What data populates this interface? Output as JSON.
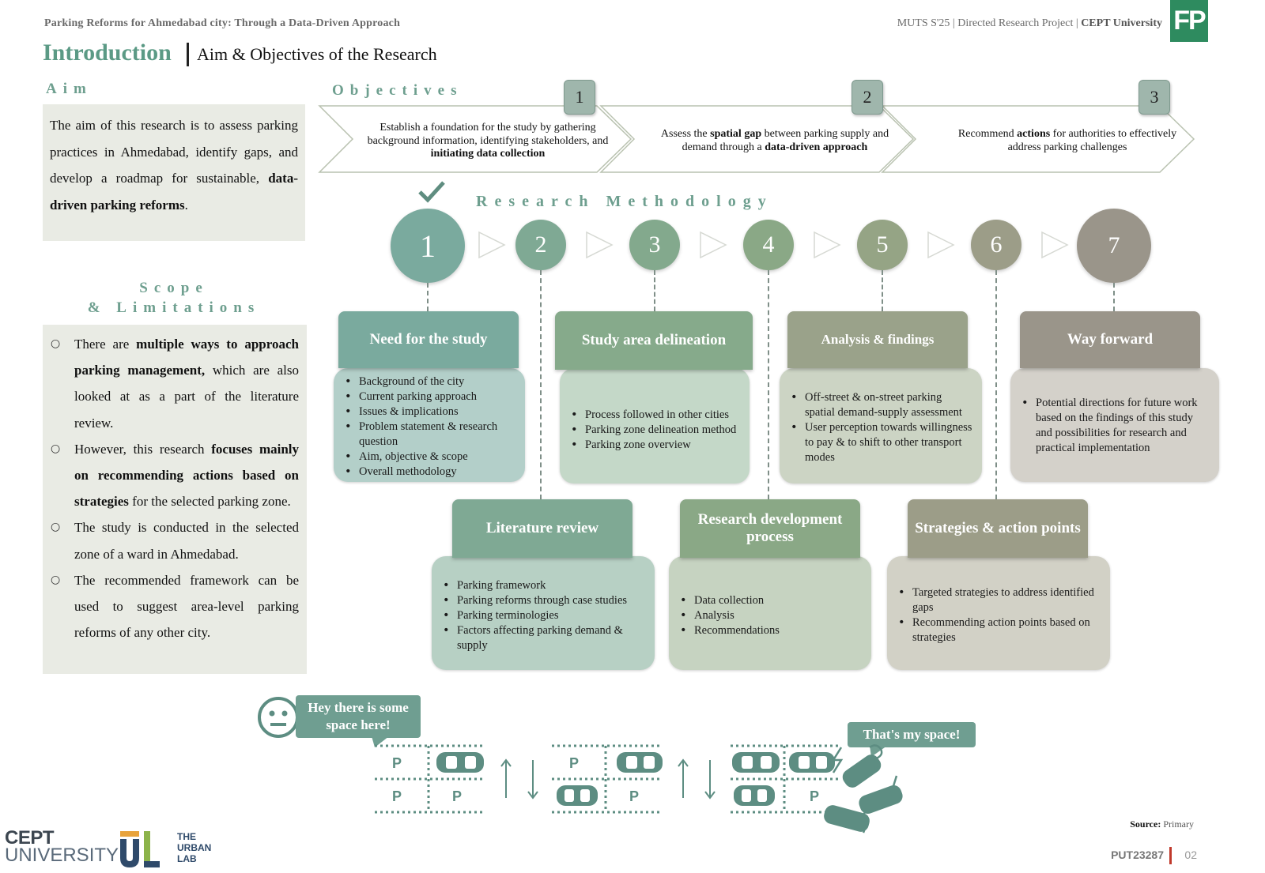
{
  "header": {
    "project_title": "Parking Reforms for Ahmedabad city: Through a Data-Driven Approach",
    "course_info": "MUTS S'25 | Directed Research Project | ",
    "university": "CEPT University",
    "logo_text": "FP"
  },
  "title": {
    "main": "Introduction",
    "sub": "Aim & Objectives of the Research"
  },
  "aim": {
    "label": "Aim",
    "text_1": "The aim of this research is to assess parking practices in Ahmedabad, identify gaps, and develop a roadmap for sustainable, ",
    "text_bold": "data-driven parking reforms",
    "text_end": "."
  },
  "scope": {
    "label_line1": "Scope",
    "label_line2": "& Limitations",
    "items": [
      {
        "pre": "There are ",
        "bold": "multiple ways to approach parking management,",
        "post": " which are also looked at as a part of the literature review."
      },
      {
        "pre": "However, this research ",
        "bold": "focuses mainly on recommending actions based on strategies",
        "post": " for the selected parking zone."
      },
      {
        "pre": "The study is conducted in the selected zone of a ward in Ahmedabad.",
        "bold": "",
        "post": ""
      },
      {
        "pre": "The recommended framework can be used to suggest area-level parking reforms of any other city.",
        "bold": "",
        "post": ""
      }
    ]
  },
  "objectives": {
    "label": "Objectives",
    "items": [
      {
        "num": "1",
        "t1": "Establish a foundation for the study by gathering background information, identifying stakeholders, and ",
        "b1": "initiating data collection",
        "t2": "",
        "b2": "",
        "t3": ""
      },
      {
        "num": "2",
        "t1": "Assess the ",
        "b1": "spatial gap",
        "t2": " between parking supply and demand through a ",
        "b2": "data-driven approach",
        "t3": ""
      },
      {
        "num": "3",
        "t1": "Recommend ",
        "b1": "actions",
        "t2": " for authorities to effectively address parking challenges",
        "b2": "",
        "t3": ""
      }
    ]
  },
  "methodology": {
    "label": "Research Methodology",
    "steps": [
      "1",
      "2",
      "3",
      "4",
      "5",
      "6",
      "7"
    ],
    "cards_top": [
      {
        "title": "Need for the study",
        "items": [
          "Background of the city",
          "Current parking approach",
          "Issues & implications",
          "Problem statement & research question",
          "Aim, objective & scope",
          "Overall methodology"
        ]
      },
      {
        "title": "Study area delineation",
        "items": [
          "Process followed in other cities",
          "Parking zone delineation method",
          "Parking zone overview"
        ]
      },
      {
        "title": "Analysis & findings",
        "items": [
          "Off-street & on-street parking spatial demand-supply assessment",
          "User perception towards willingness to pay & to shift to other transport modes"
        ]
      },
      {
        "title": "Way forward",
        "items": [
          "Potential directions for future work based on the findings of this study and possibilities for research and practical implementation"
        ]
      }
    ],
    "cards_bottom": [
      {
        "title": "Literature review",
        "items": [
          "Parking framework",
          "Parking reforms through case studies",
          "Parking terminologies",
          "Factors affecting parking demand & supply"
        ]
      },
      {
        "title": "Research development process",
        "items": [
          "Data collection",
          "Analysis",
          "Recommendations"
        ]
      },
      {
        "title": "Strategies & action points",
        "items": [
          "Targeted strategies to address identified gaps",
          "Recommending action points based on strategies"
        ]
      }
    ]
  },
  "illustration": {
    "bubble_left": "Hey there is some space here!",
    "bubble_right": "That's my space!",
    "parking_label": "P"
  },
  "footer": {
    "source_label": "Source:",
    "source_value": "Primary",
    "page_code": "PUT23287",
    "page_num": "02",
    "cept_line1": "CEPT",
    "cept_line2": "UNIVERSITY",
    "ul_line1": "THE",
    "ul_line2": "URBAN",
    "ul_line3": "LAB"
  },
  "colors": {
    "teal": "#7aaa9e",
    "green": "#87a88c",
    "olive": "#9aa28a",
    "taupe": "#9a958a",
    "accent": "#5b9a85"
  }
}
